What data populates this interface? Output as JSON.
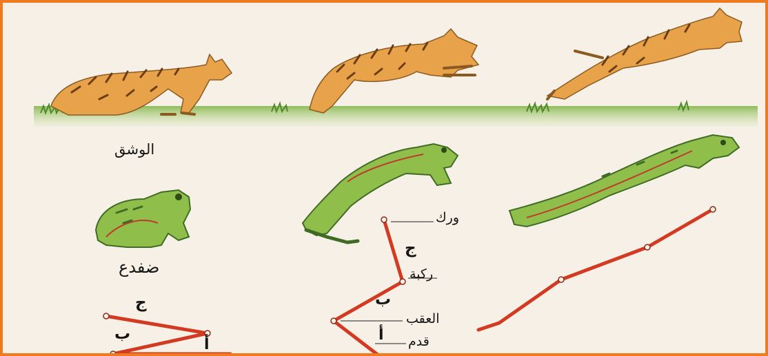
{
  "labels": {
    "lynx": "الوشق",
    "frog": "ضفدع",
    "hip": "ورك",
    "knee": "ركبة",
    "heel": "العقب",
    "foot": "قدم",
    "seg_a_left": "أ",
    "seg_b_left": "ب",
    "seg_c_left": "ج",
    "seg_a_mid": "أ",
    "seg_b_mid": "ب",
    "seg_c_mid": "ج"
  },
  "colors": {
    "border": "#f07a1f",
    "paper": "#f6f0e7",
    "lynx_fur": "#e8a24a",
    "lynx_stripe": "#6b3d14",
    "grass": "#6fa83a",
    "frog_body": "#8fbf4a",
    "frog_dark": "#3f6b24",
    "frog_outline": "#c0392b",
    "limb_bar": "#d23a22"
  }
}
